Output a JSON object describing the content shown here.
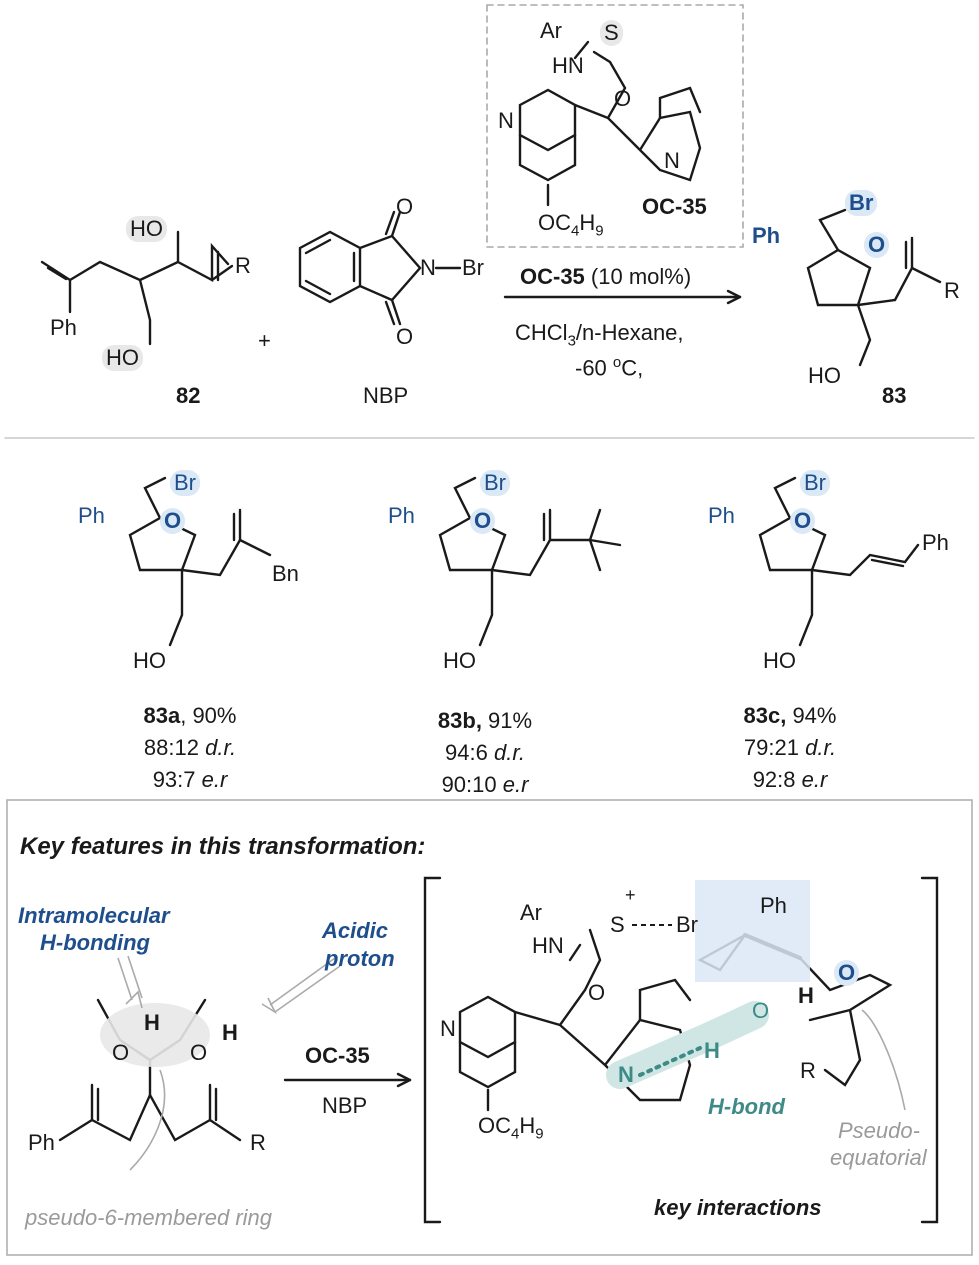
{
  "top": {
    "substrate_ho_top": "HO",
    "substrate_ho_bottom": "HO",
    "substrate_ph": "Ph",
    "substrate_r": "R",
    "substrate_id": "82",
    "plus": "+",
    "nbp_o_top": "O",
    "nbp_o_bottom": "O",
    "nbp_n": "N",
    "nbp_br": "Br",
    "nbp_label": "NBP",
    "cat_ar": "Ar",
    "cat_hn": "HN",
    "cat_s": "S",
    "cat_o": "O",
    "cat_n_quin": "N",
    "cat_n_quinuc": "N",
    "cat_oc4h9": "OC",
    "cat_sub4": "4",
    "cat_h9": "H",
    "cat_sub9": "9",
    "cat_label": "OC-35",
    "cond_cat": "OC-35",
    "cond_cat_load": " (10 mol%)",
    "cond_solvent_a": "CHCl",
    "cond_solvent_sub": "3",
    "cond_solvent_b": "/n-Hexane,",
    "cond_temp_a": "-60 ",
    "cond_temp_sup": "o",
    "cond_temp_b": "C,",
    "prod_br": "Br",
    "prod_ph": "Ph",
    "prod_o": "O",
    "prod_r": "R",
    "prod_ho": "HO",
    "prod_id": "83"
  },
  "products": [
    {
      "br": "Br",
      "ph": "Ph",
      "o": "O",
      "ho": "HO",
      "sub": "Bn",
      "id": "83a",
      "yield": ", 90%",
      "dr_val": "88:12 ",
      "dr_lbl": "d.r.",
      "er_val": "93:7 ",
      "er_lbl": "e.r"
    },
    {
      "br": "Br",
      "ph": "Ph",
      "o": "O",
      "ho": "HO",
      "sub": "",
      "id": "83b,",
      "yield": " 91%",
      "dr_val": "94:6 ",
      "dr_lbl": "d.r.",
      "er_val": "90:10 ",
      "er_lbl": "e.r"
    },
    {
      "br": "Br",
      "ph": "Ph",
      "o": "O",
      "ho": "HO",
      "sub": "Ph",
      "id": "83c,",
      "yield": " 94%",
      "dr_val": "79:21 ",
      "dr_lbl": "d.r.",
      "er_val": "92:8 ",
      "er_lbl": "e.r"
    }
  ],
  "box": {
    "title": "Key features in this transformation:",
    "intra_1": "Intramolecular",
    "intra_2": "H-bonding",
    "acidic_1": "Acidic",
    "acidic_2": "proton",
    "h1": "H",
    "h2": "H",
    "o1": "O",
    "o2": "O",
    "ph": "Ph",
    "r": "R",
    "pseudo_ring": "pseudo-6-membered ring",
    "arrow_top": "OC-35",
    "arrow_bottom": "NBP",
    "ts_plus": "+",
    "ts_ar": "Ar",
    "ts_hn": "HN",
    "ts_s": "S",
    "ts_br": "Br",
    "ts_ph": "Ph",
    "ts_o_ring": "O",
    "ts_h_ring": "H",
    "ts_o_oh": "O",
    "ts_o_cat": "O",
    "ts_n_quin": "N",
    "ts_n": "N",
    "ts_h": "H",
    "ts_r": "R",
    "ts_oc4h9": "OC",
    "ts_sub4": "4",
    "ts_h9": "H",
    "ts_sub9": "9",
    "hbond": "H-bond",
    "pseudo_eq_1": "Pseudo-",
    "pseudo_eq_2": "equatorial",
    "key_interactions": "key interactions"
  },
  "colors": {
    "blue": "#1f4e8c",
    "teal": "#3d8a87",
    "grey": "#9a9a9a",
    "highlight_grey": "#e8e8e8",
    "highlight_blue": "#dbe8f6"
  }
}
